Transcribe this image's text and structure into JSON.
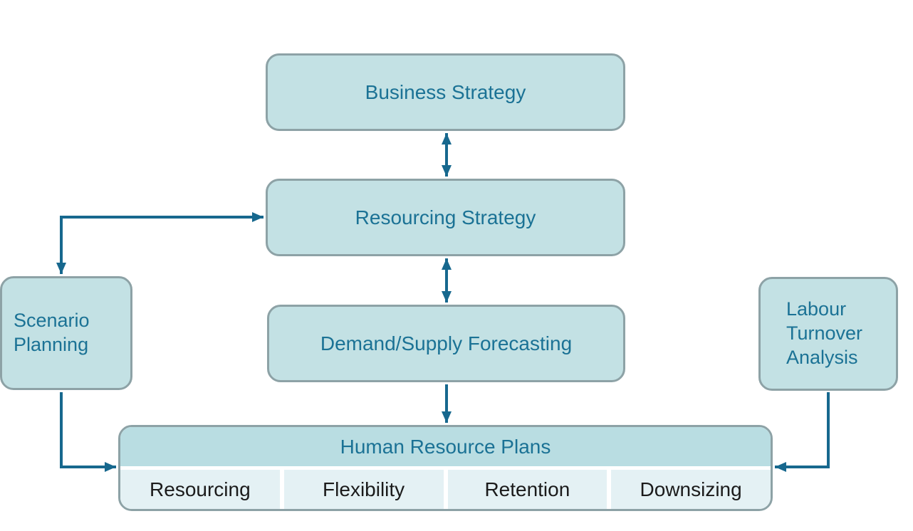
{
  "diagram": {
    "nodes": {
      "business_strategy": {
        "label": "Business Strategy"
      },
      "resourcing_strategy": {
        "label": "Resourcing Strategy"
      },
      "demand_supply_forecasting": {
        "label": "Demand/Supply Forecasting"
      },
      "scenario_planning": {
        "label": "Scenario Planning"
      },
      "labour_turnover_analysis": {
        "label": "Labour Turnover Analysis"
      },
      "human_resource_plans": {
        "label": "Human Resource Plans",
        "sub_items": [
          "Resourcing",
          "Flexibility",
          "Retention",
          "Downsizing"
        ]
      }
    },
    "edges": [
      {
        "from": "business_strategy",
        "to": "resourcing_strategy",
        "bidirectional": true
      },
      {
        "from": "resourcing_strategy",
        "to": "demand_supply_forecasting",
        "bidirectional": true
      },
      {
        "from": "demand_supply_forecasting",
        "to": "human_resource_plans",
        "bidirectional": false
      },
      {
        "from": "resourcing_strategy",
        "to": "scenario_planning",
        "bidirectional": true
      },
      {
        "from": "scenario_planning",
        "to": "human_resource_plans",
        "bidirectional": false
      },
      {
        "from": "labour_turnover_analysis",
        "to": "human_resource_plans",
        "bidirectional": false
      }
    ]
  },
  "colors": {
    "bg": "#ffffff",
    "box-fill": "#c3e1e4",
    "box-border": "#8da2a6",
    "box-text": "#1b7295",
    "arrow": "#17688e",
    "hrp-header-fill": "#b9dde2",
    "cell-fill": "#e4f1f4",
    "cell-text": "#1b1b1b"
  }
}
